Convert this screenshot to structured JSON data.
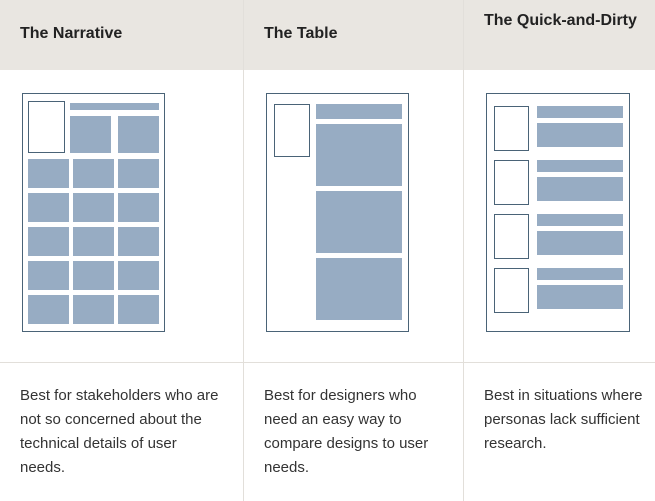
{
  "columns": [
    {
      "title": "The Narrative",
      "description": "Best for stakeholders who are not so concerned about the technical details of user needs."
    },
    {
      "title": "The Table",
      "description": "Best for designers who need an easy way to compare designs to user needs."
    },
    {
      "title": "The Quick-and-Dirty",
      "description": "Best in situations where personas lack sufficient research."
    }
  ],
  "colors": {
    "header_bg": "#e9e6e1",
    "block_fill": "#97acc3",
    "outline": "#4a6377",
    "divider": "#e2dfda"
  }
}
